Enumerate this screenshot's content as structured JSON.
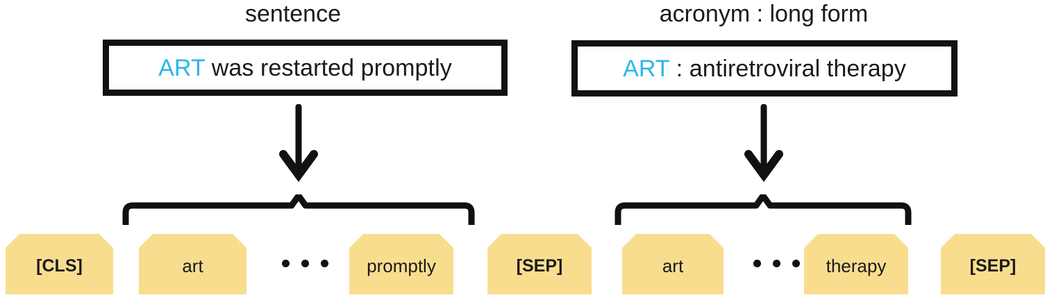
{
  "figure": {
    "type": "diagram",
    "description": "BERT-style input construction for acronym disambiguation: a sentence and an acronym:long-form pair are each tokenized into WordPiece tokens delimited by [CLS] and [SEP] tags.",
    "accent_colors": {
      "acronym_highlight": "#29b6e8",
      "token_tag_fill": "#f9dd8f",
      "stroke": "#111111",
      "background": "#ffffff"
    }
  },
  "columns": [
    {
      "id": "sentence",
      "caption": "sentence",
      "box": {
        "acronym": "ART",
        "separator": "",
        "rest": " was restarted promptly",
        "full_text": "ART was restarted promptly"
      },
      "arrow": "down-arrow",
      "brace": "tokens-brace",
      "leading_tag": {
        "label": "[CLS]",
        "special": true
      },
      "tokens": [
        {
          "label": "art",
          "special": false
        },
        {
          "label": "promptly",
          "special": false
        }
      ],
      "ellipsis": "...",
      "trailing_tag": {
        "label": "[SEP]",
        "special": true
      }
    },
    {
      "id": "acronym-long-form",
      "caption": "acronym : long form",
      "box": {
        "acronym": "ART",
        "separator": " : ",
        "rest": "antiretroviral therapy",
        "full_text": "ART : antiretroviral therapy"
      },
      "arrow": "down-arrow",
      "brace": "tokens-brace",
      "leading_tag": null,
      "tokens": [
        {
          "label": "art",
          "special": false
        },
        {
          "label": "therapy",
          "special": false
        }
      ],
      "ellipsis": "...",
      "trailing_tag": {
        "label": "[SEP]",
        "special": true
      }
    }
  ]
}
